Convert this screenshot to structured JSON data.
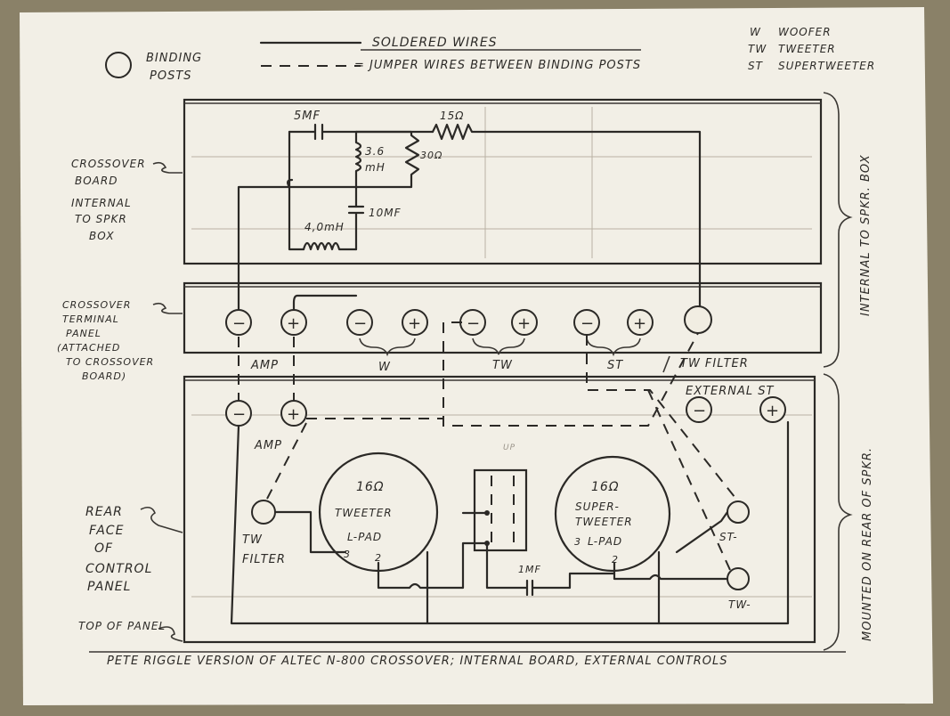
{
  "legend": {
    "binding_posts": [
      "BINDING",
      "POSTS"
    ],
    "soldered": "SOLDERED WIRES",
    "jumper": "= JUMPER WIRES BETWEEN BINDING POSTS",
    "abbrev": [
      {
        "code": "W",
        "name": "WOOFER"
      },
      {
        "code": "TW",
        "name": "TWEETER"
      },
      {
        "code": "ST",
        "name": "SUPERTWEETER"
      }
    ]
  },
  "components": {
    "c1": "5MF",
    "r1": "15Ω",
    "l1": [
      "3.6",
      "mH"
    ],
    "r2": "30Ω",
    "c2": "10MF",
    "l2": "4,0mH",
    "c3": "1MF"
  },
  "sections": {
    "crossover_board": [
      "CROSSOVER",
      "BOARD",
      "INTERNAL",
      "TO SPKR",
      "BOX"
    ],
    "terminal_panel": [
      "CROSSOVER",
      "TERMINAL",
      "PANEL",
      "(ATTACHED",
      "TO CROSSOVER",
      "BOARD)"
    ],
    "rear_face": [
      "REAR",
      "FACE",
      "OF",
      "CONTROL",
      "PANEL"
    ],
    "top_of_panel": "TOP OF PANEL",
    "internal_side": "INTERNAL TO SPKR. BOX",
    "mounted_side": "MOUNTED ON REAR OF SPKR."
  },
  "terminal_labels": {
    "amp": "AMP",
    "w": "W",
    "tw": "TW",
    "st": "ST",
    "tw_filter": "TW FILTER"
  },
  "control_panel": {
    "amp": "AMP",
    "external_st": "EXTERNAL ST",
    "tw_filter": [
      "TW",
      "FILTER"
    ],
    "tweeter": {
      "ohms": "16Ω",
      "name": "TWEETER",
      "pad": "L-PAD",
      "t3": "3",
      "t2": "2"
    },
    "supertweeter": {
      "ohms": "16Ω",
      "name1": "SUPER-",
      "name2": "TWEETER",
      "pad": "L-PAD",
      "t3": "3",
      "t2": "2"
    },
    "switch": "UP",
    "st_minus": "ST-",
    "tw_minus": "TW-"
  },
  "symbols": {
    "minus": "−",
    "plus": "+"
  },
  "footer": "PETE RIGGLE VERSION OF ALTEC N-800 CROSSOVER; INTERNAL BOARD, EXTERNAL CONTROLS"
}
